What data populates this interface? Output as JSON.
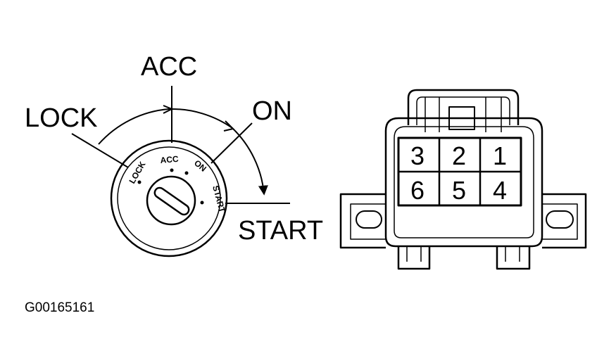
{
  "switch": {
    "positions_outer": {
      "lock": "LOCK",
      "acc": "ACC",
      "on": "ON",
      "start": "START"
    },
    "positions_face": {
      "lock": "LOCK",
      "acc": "ACC",
      "on": "ON",
      "start": "START"
    }
  },
  "connector": {
    "pins_top": [
      "3",
      "2",
      "1"
    ],
    "pins_bottom": [
      "6",
      "5",
      "4"
    ]
  },
  "figure_id": "G00165161",
  "colors": {
    "line": "#000000",
    "background": "#ffffff"
  }
}
